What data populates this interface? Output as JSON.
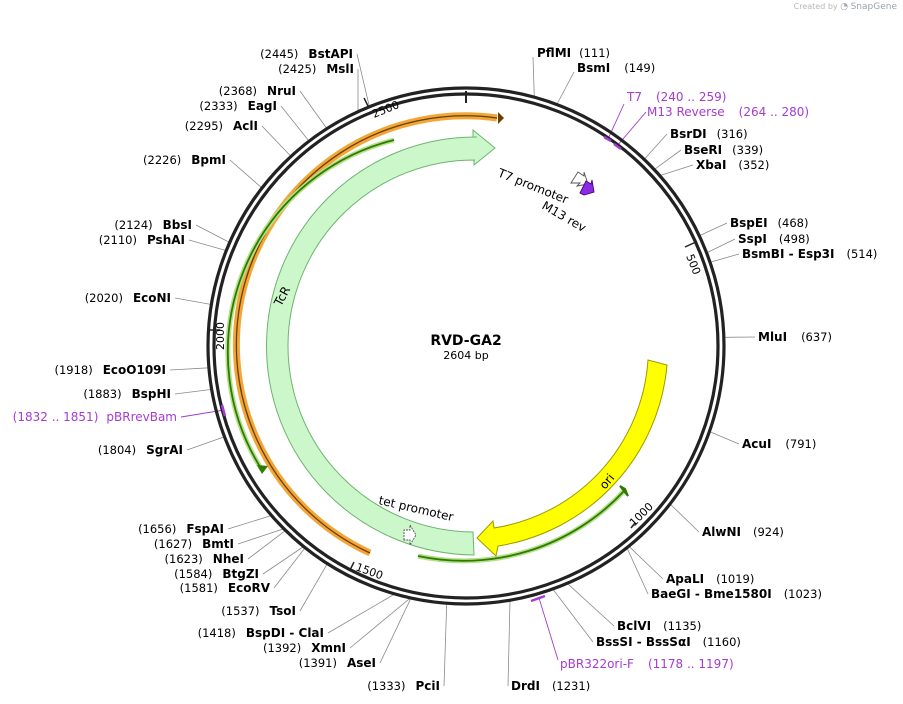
{
  "branding": {
    "created_by": "Created by",
    "app": "SnapGene"
  },
  "plasmid": {
    "name": "RVD-GA2",
    "length_label": "2604 bp",
    "length": 2604
  },
  "colors": {
    "primer": "#a53bd1",
    "ori": "#ffff00",
    "tcr": "#cbf7cb",
    "orange": "#f2a637",
    "green": "#2f7a00"
  },
  "ticks": [
    "500",
    "1000",
    "1500",
    "2000",
    "2500"
  ],
  "features": {
    "tcr": "TcR",
    "ori": "ori",
    "t7_promoter": "T7 promoter",
    "m13_rev": "M13 rev",
    "tet_promoter": "tet promoter"
  },
  "sites": [
    {
      "name": "PflMI",
      "pos": "(111)"
    },
    {
      "name": "BsmI",
      "pos": "(149)"
    },
    {
      "name": "BsrDI",
      "pos": "(316)"
    },
    {
      "name": "BseRI",
      "pos": "(339)"
    },
    {
      "name": "XbaI",
      "pos": "(352)"
    },
    {
      "name": "BspEI",
      "pos": "(468)"
    },
    {
      "name": "SspI",
      "pos": "(498)"
    },
    {
      "name": "BsmBI - Esp3I",
      "pos": "(514)"
    },
    {
      "name": "MluI",
      "pos": "(637)"
    },
    {
      "name": "AcuI",
      "pos": "(791)"
    },
    {
      "name": "AlwNI",
      "pos": "(924)"
    },
    {
      "name": "ApaLI",
      "pos": "(1019)"
    },
    {
      "name": "BaeGI - Bme1580I",
      "pos": "(1023)"
    },
    {
      "name": "BclVI",
      "pos": "(1135)"
    },
    {
      "name": "BssSI - BssSαI",
      "pos": "(1160)"
    },
    {
      "name": "DrdI",
      "pos": "(1231)"
    },
    {
      "name": "PciI",
      "pos": "(1333)"
    },
    {
      "name": "AseI",
      "pos": "(1391)"
    },
    {
      "name": "XmnI",
      "pos": "(1392)"
    },
    {
      "name": "BspDI - ClaI",
      "pos": "(1418)"
    },
    {
      "name": "TsoI",
      "pos": "(1537)"
    },
    {
      "name": "EcoRV",
      "pos": "(1581)"
    },
    {
      "name": "BtgZI",
      "pos": "(1584)"
    },
    {
      "name": "NheI",
      "pos": "(1623)"
    },
    {
      "name": "BmtI",
      "pos": "(1627)"
    },
    {
      "name": "FspAI",
      "pos": "(1656)"
    },
    {
      "name": "SgrAI",
      "pos": "(1804)"
    },
    {
      "name": "BspHI",
      "pos": "(1883)"
    },
    {
      "name": "EcoO109I",
      "pos": "(1918)"
    },
    {
      "name": "EcoNI",
      "pos": "(2020)"
    },
    {
      "name": "PshAI",
      "pos": "(2110)"
    },
    {
      "name": "BbsI",
      "pos": "(2124)"
    },
    {
      "name": "BpmI",
      "pos": "(2226)"
    },
    {
      "name": "AclI",
      "pos": "(2295)"
    },
    {
      "name": "EagI",
      "pos": "(2333)"
    },
    {
      "name": "NruI",
      "pos": "(2368)"
    },
    {
      "name": "MslI",
      "pos": "(2425)"
    },
    {
      "name": "BstAPI",
      "pos": "(2445)"
    }
  ],
  "primers": [
    {
      "name": "T7",
      "range": "(240 .. 259)"
    },
    {
      "name": "M13 Reverse",
      "range": "(264 .. 280)"
    },
    {
      "name": "pBR322ori-F",
      "range": "(1178 .. 1197)"
    },
    {
      "name": "pBRrevBam",
      "range": "(1832 .. 1851)"
    }
  ]
}
